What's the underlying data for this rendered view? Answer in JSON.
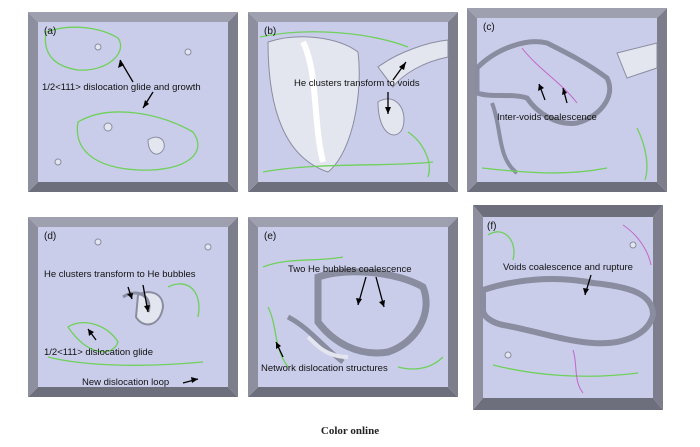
{
  "figure": {
    "caption": "Color online",
    "panels": [
      {
        "id": "a",
        "tag": "(a)",
        "labels": [
          "1/2<111> dislocation glide and growth"
        ]
      },
      {
        "id": "b",
        "tag": "(b)",
        "labels": [
          "He clusters transform to voids"
        ]
      },
      {
        "id": "c",
        "tag": "(c)",
        "labels": [
          "Inter-voids coalescence"
        ]
      },
      {
        "id": "d",
        "tag": "(d)",
        "labels": [
          "He clusters transform to He bubbles",
          "1/2<111> dislocation glide",
          "New dislocation loop"
        ]
      },
      {
        "id": "e",
        "tag": "(e)",
        "labels": [
          "Two He bubbles coalescence",
          "Network dislocation structures"
        ]
      },
      {
        "id": "f",
        "tag": "(f)",
        "labels": [
          "Voids coalescence and rupture"
        ]
      }
    ]
  },
  "colors": {
    "box_face": "#c9cdea",
    "box_edge": "#6d6f7c",
    "dislocation": "#6fd05a",
    "dislocation_alt": "#c266c9",
    "void": "#e4e6ef"
  }
}
